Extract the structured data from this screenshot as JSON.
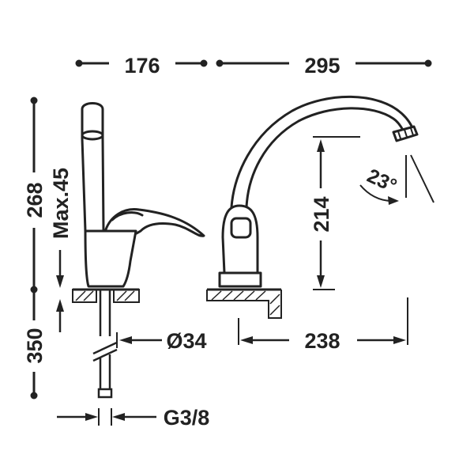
{
  "dimensions": {
    "side_width": "176",
    "total_reach": "295",
    "total_height": "268",
    "max_deck": "Max.45",
    "below_deck": "350",
    "hole_diameter": "Ø34",
    "thread": "G3/8",
    "spout_height": "214",
    "spout_reach": "238",
    "swivel_angle": "23°"
  },
  "colors": {
    "line": "#222222",
    "background": "#ffffff"
  }
}
